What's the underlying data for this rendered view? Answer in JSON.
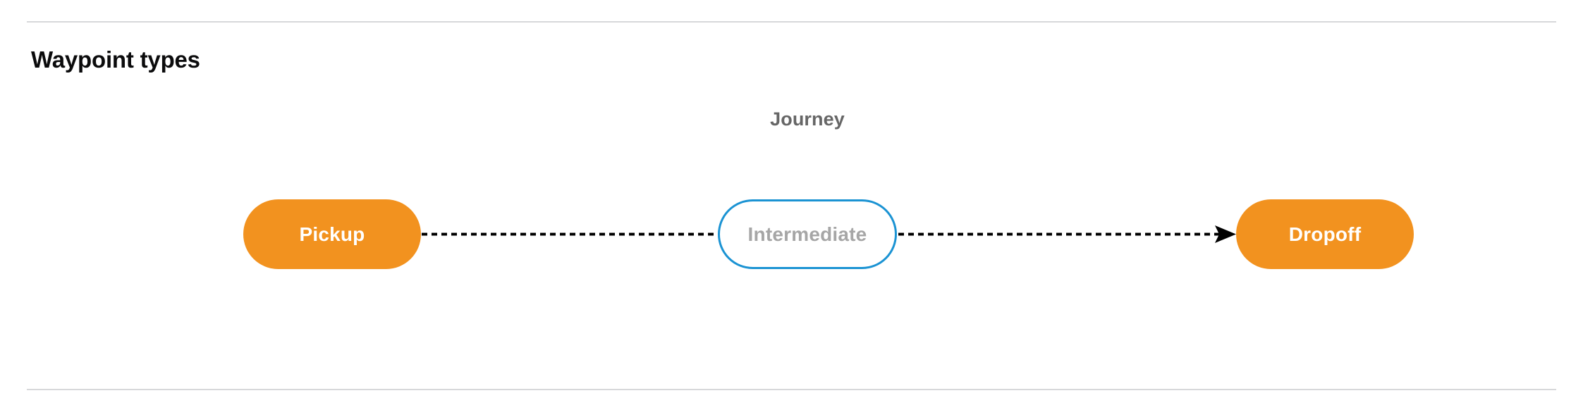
{
  "section": {
    "title": "Waypoint types"
  },
  "diagram": {
    "cluster_label": "Journey",
    "nodes": [
      {
        "id": "pickup",
        "label": "Pickup",
        "style": "filled-orange",
        "fill": "#f2921f",
        "text_color": "#ffffff"
      },
      {
        "id": "intermediate",
        "label": "Intermediate",
        "style": "outlined-blue",
        "fill": "#ffffff",
        "border_color": "#1b93d3",
        "text_color": "#a6a6a6"
      },
      {
        "id": "dropoff",
        "label": "Dropoff",
        "style": "filled-orange",
        "fill": "#f2921f",
        "text_color": "#ffffff"
      }
    ],
    "edges": [
      {
        "from": "pickup",
        "to": "intermediate",
        "style": "dashed",
        "arrowhead": false,
        "color": "#000000"
      },
      {
        "from": "intermediate",
        "to": "dropoff",
        "style": "dashed",
        "arrowhead": true,
        "color": "#000000"
      }
    ]
  },
  "colors": {
    "accent_orange": "#f2921f",
    "accent_blue": "#1b93d3",
    "divider": "#d7d8da",
    "muted_text": "#666666",
    "placeholder_text": "#a6a6a6",
    "heading_text": "#0b0b0c",
    "background": "#ffffff"
  }
}
